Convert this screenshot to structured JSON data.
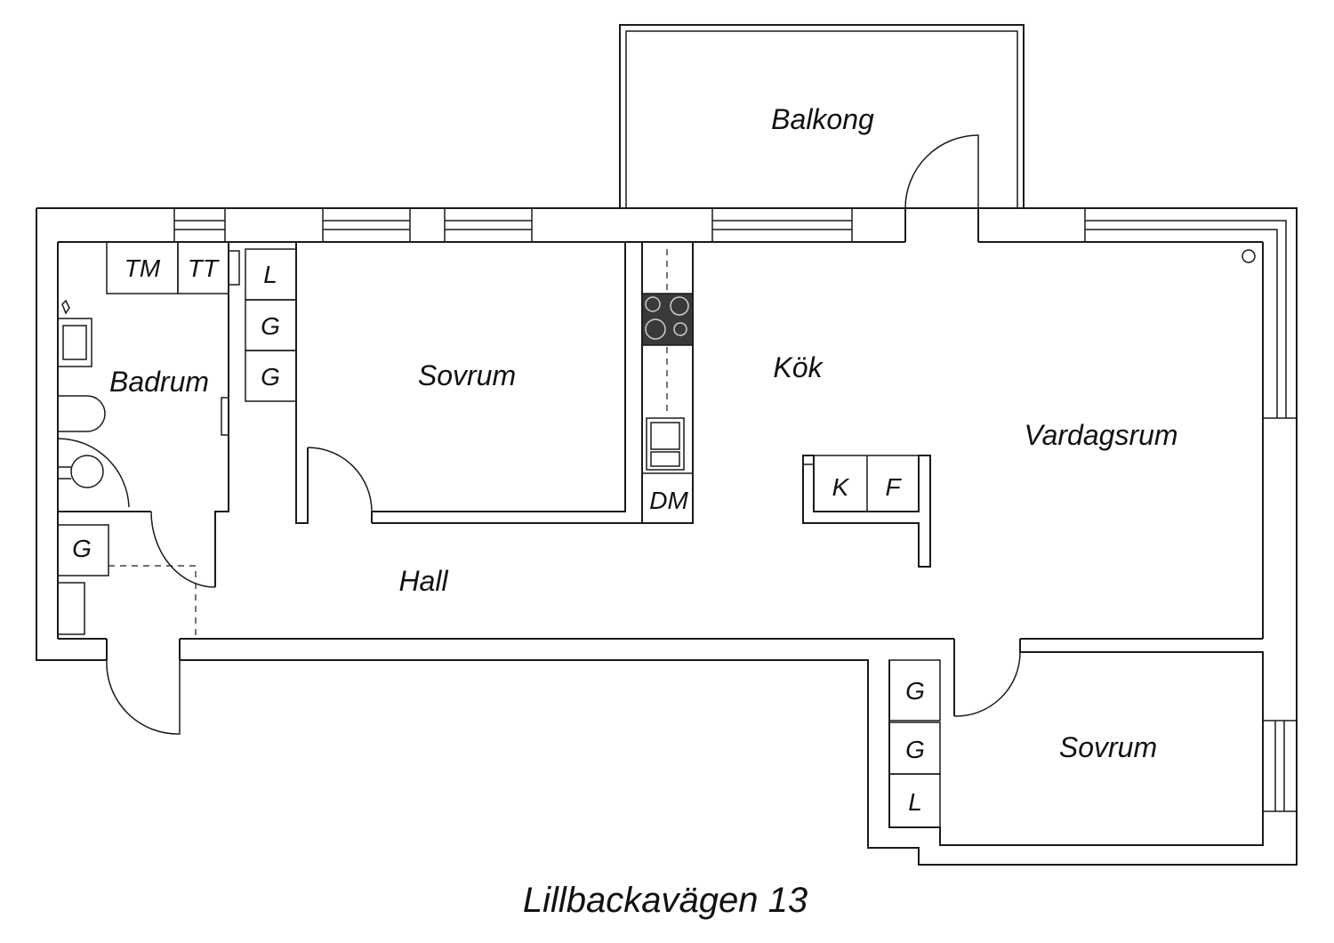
{
  "colors": {
    "line": "#1a1a1a",
    "stove": "#3a3a3a",
    "background": "#ffffff"
  },
  "rooms": {
    "balcony": "Balkong",
    "bathroom": "Badrum",
    "bedroom_1": "Sovrum",
    "kitchen": "Kök",
    "living_room": "Vardagsrum",
    "hall": "Hall",
    "bedroom_2": "Sovrum"
  },
  "fixtures": {
    "washing_machine": "TM",
    "tumble_dryer": "TT",
    "bedroom1_wardrobes": [
      "L",
      "G",
      "G"
    ],
    "hall_wardrobe": "G",
    "dishwasher": "DM",
    "fridge": "K",
    "freezer": "F",
    "bedroom2_wardrobes": [
      "G",
      "G",
      "L"
    ]
  },
  "caption": "Lillbackavägen 13"
}
